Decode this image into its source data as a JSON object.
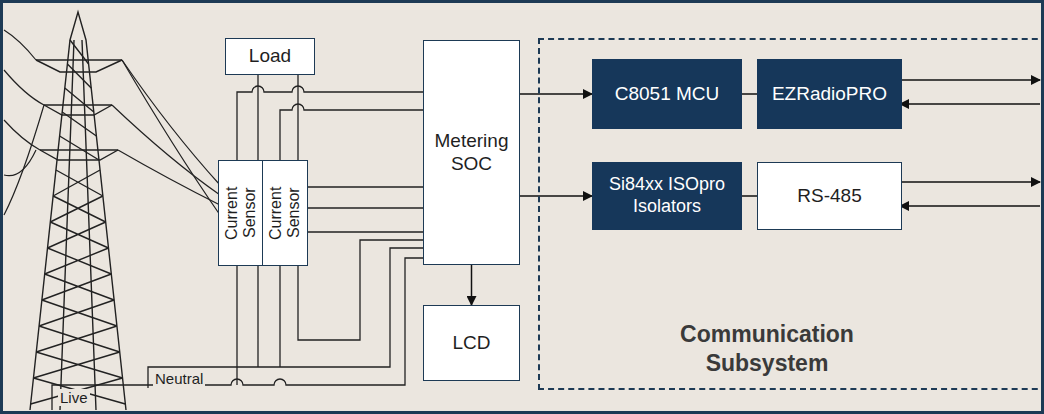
{
  "diagram": {
    "nodes": [
      {
        "text": [
          "Load"
        ]
      },
      {
        "text": [
          "Current Sensor"
        ]
      },
      {
        "text": [
          "Current Sensor"
        ]
      },
      {
        "text": [
          "Metering SOC"
        ]
      },
      {
        "text": [
          "LCD"
        ]
      },
      {
        "text": [
          "Communication Subsystem"
        ]
      },
      {
        "text": [
          "C8051 MCU"
        ],
        "in": 5
      },
      {
        "text": [
          "EZRadioPRO"
        ],
        "in": 5
      },
      {
        "text": [
          "Si84xx ISOpro Isolators"
        ],
        "in": 5
      },
      {
        "text": [
          "RS-485"
        ],
        "in": 5
      }
    ],
    "edges": [
      {
        "from": 3,
        "to": 6,
        "arrow": "to"
      },
      {
        "from": 3,
        "to": 8,
        "arrow": "to"
      },
      {
        "from": 3,
        "to": 4,
        "arrow": "to"
      },
      {
        "from": 6,
        "to": 7,
        "arrow": "none"
      },
      {
        "from": 8,
        "to": 9,
        "arrow": "none"
      }
    ],
    "labels": [
      "Neutral",
      "Live"
    ]
  }
}
